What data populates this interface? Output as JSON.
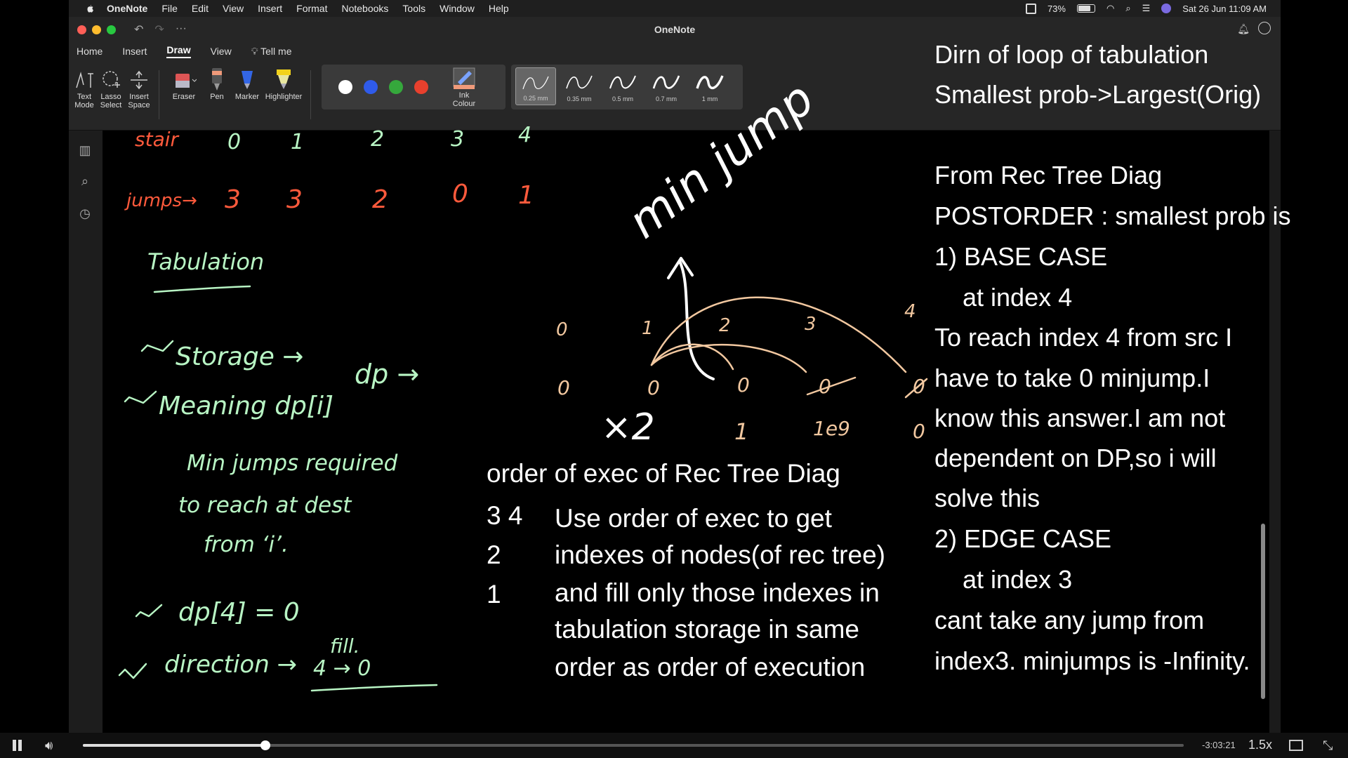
{
  "menubar": {
    "items": [
      "OneNote",
      "File",
      "Edit",
      "View",
      "Insert",
      "Format",
      "Notebooks",
      "Tools",
      "Window",
      "Help"
    ],
    "battery": "73%",
    "datetime": "Sat 26 Jun  11:09 AM"
  },
  "window": {
    "title": "OneNote",
    "tabs": [
      "Home",
      "Insert",
      "Draw",
      "View",
      "Tell me"
    ],
    "active_tab": "Draw"
  },
  "ribbon": {
    "text_mode": "Text Mode",
    "lasso_select": "Lasso Select",
    "insert_space": "Insert Space",
    "eraser": "Eraser",
    "pen": "Pen",
    "marker": "Marker",
    "highlighter": "Highlighter",
    "ink_colour": "Ink Colour",
    "colors": [
      "#ffffff",
      "#2f5bea",
      "#35a83c",
      "#e8402d"
    ],
    "pen_sizes": [
      "0.25 mm",
      "0.35 mm",
      "0.5 mm",
      "0.7 mm",
      "1 mm"
    ],
    "selected_pen_size": "0.25 mm"
  },
  "right_notes": [
    "Dirn of loop of tabulation",
    "Smallest prob->Largest(Orig)",
    "",
    "From Rec Tree Diag",
    "POSTORDER : smallest prob is",
    "1) BASE CASE",
    "    at index 4",
    "To reach index 4 from src I",
    "have to take 0 minjump.I",
    "know this answer.I am not",
    "dependent on DP,so i will",
    "solve this",
    "2) EDGE CASE",
    "    at index 3",
    "cant take any jump from",
    "index3. minjumps is -Infinity."
  ],
  "middle_notes": {
    "heading": "order of exec of Rec Tree Diag",
    "order_numbers": [
      "3 4",
      "2",
      "1"
    ],
    "lines": [
      "Use order of exec to get",
      "indexes of nodes(of rec tree)",
      "and fill only those indexes in",
      "tabulation storage in same",
      "order as order of execution"
    ]
  },
  "handwriting": {
    "stair_label": "stair",
    "stair_values": [
      "0",
      "1",
      "2",
      "3",
      "4"
    ],
    "jumps_label": "jumps→",
    "jumps_values": [
      "3",
      "3",
      "2",
      "0",
      "1"
    ],
    "tabulation": "Tabulation",
    "storage": "Storage →",
    "dp_arrow": "dp →",
    "meaning": "Meaning dp[i]",
    "meaning_desc": [
      "Min jumps required",
      "to reach at dest",
      "from ‘i’."
    ],
    "dp4": "dp[4] = 0",
    "direction": "direction →",
    "direction_val": "4 → 0",
    "fill": "fill.",
    "minjump": "min jump",
    "diagram_top": [
      "0",
      "1",
      "2",
      "3",
      "4"
    ],
    "diagram_bottom": [
      "0",
      "0",
      "0",
      "0",
      "0"
    ],
    "diagram_under": [
      "×2",
      "1",
      "1e9",
      "0"
    ]
  },
  "video": {
    "time_remaining": "-3:03:21",
    "speed": "1.5x",
    "progress": 0.166
  },
  "colors": {
    "red_ink": "#ff5a3c",
    "green_ink": "#b8f5c4",
    "orange_ink": "#f2c8a0",
    "white_ink": "#ffffff"
  }
}
